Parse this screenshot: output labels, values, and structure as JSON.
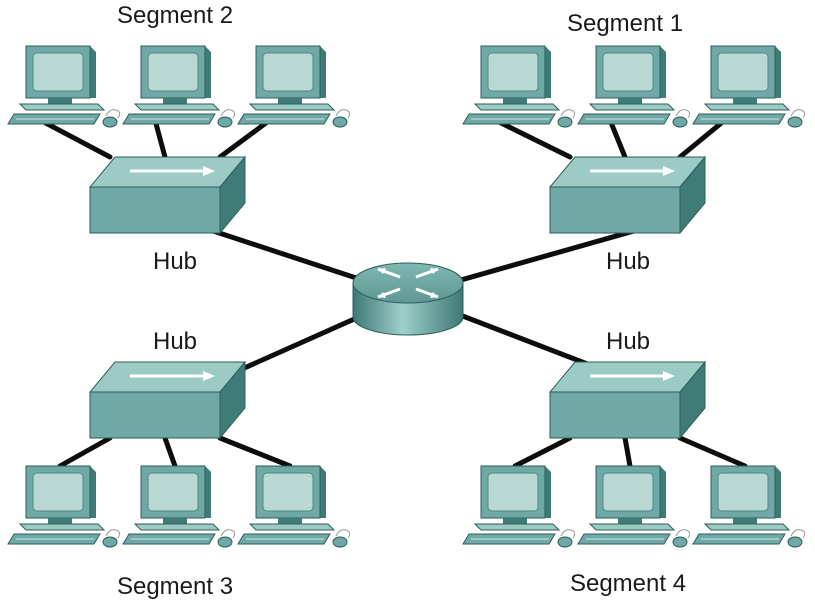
{
  "segments": [
    {
      "id": "segment-2",
      "label": "Segment 2",
      "hub_label": "Hub",
      "computers": 3
    },
    {
      "id": "segment-1",
      "label": "Segment 1",
      "hub_label": "Hub",
      "computers": 3
    },
    {
      "id": "segment-3",
      "label": "Segment 3",
      "hub_label": "Hub",
      "computers": 3
    },
    {
      "id": "segment-4",
      "label": "Segment 4",
      "hub_label": "Hub",
      "computers": 3
    }
  ],
  "colors": {
    "device_teal": "#6fa8a4",
    "device_dark": "#3f7c78",
    "device_light": "#9ccac5",
    "screen": "#b9d8d4",
    "cable": "#0d0d0d"
  },
  "icons": {
    "router": "router-icon",
    "hub": "hub-icon",
    "computer": "computer-icon"
  }
}
